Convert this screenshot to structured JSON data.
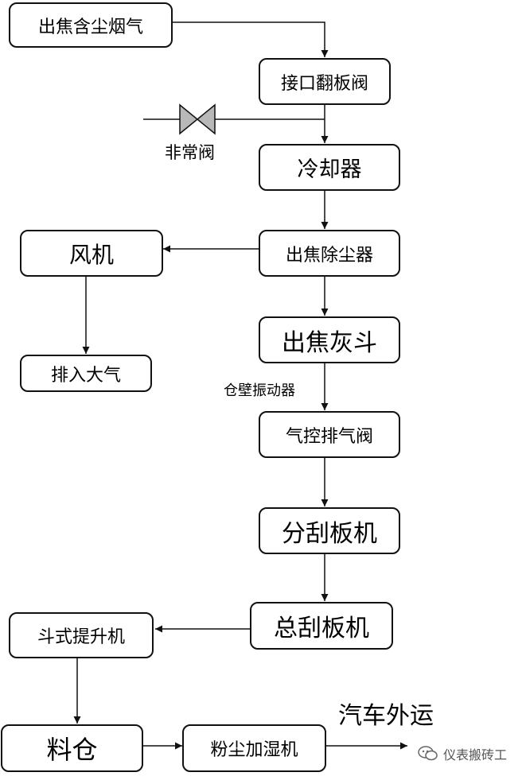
{
  "nodes": {
    "n1": "出焦含尘烟气",
    "n2": "接口翻板阀",
    "n3": "冷却器",
    "n4": "出焦除尘器",
    "n5": "风机",
    "n6": "排入大气",
    "n7": "出焦灰斗",
    "n8": "气控排气阀",
    "n9": "分刮板机",
    "n10": "总刮板机",
    "n11": "斗式提升机",
    "n12": "料仓",
    "n13": "粉尘加湿机"
  },
  "labels": {
    "valve": "非常阀",
    "vibrator": "仓壁振动器",
    "transport": "汽车外运"
  },
  "watermark": "仪表搬砖工",
  "colors": {
    "line": "#111111",
    "valve_fill": "#b8b8b8"
  },
  "icons": {
    "valve": "butterfly-valve-icon",
    "watermark": "wechat-icon"
  }
}
